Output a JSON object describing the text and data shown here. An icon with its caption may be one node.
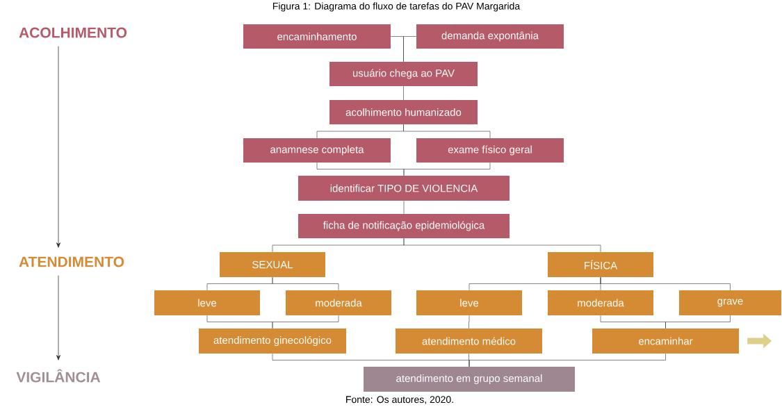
{
  "diagram": {
    "title": "Figura 1: Diagrama do fluxo de tarefas do PAV Margarida",
    "caption": "Fonte:  Os autores, 2020.",
    "nodes": [
      {
        "text": [
          "encaminhamento"
        ]
      },
      {
        "text": [
          "demanda expontânia"
        ]
      },
      {
        "text": [
          "usuário chega ao PAV"
        ]
      },
      {
        "text": [
          "acolhimento humanizado"
        ]
      },
      {
        "text": [
          "anamnese completa"
        ]
      },
      {
        "text": [
          "exame físico geral"
        ]
      },
      {
        "text": [
          "identificar TIPO DE VIOLENCIA"
        ]
      },
      {
        "text": [
          "ficha de notificação epidemiológica"
        ]
      },
      {
        "text": [
          "SEXUAL"
        ]
      },
      {
        "text": [
          "FÍSICA"
        ]
      },
      {
        "text": [
          "leve"
        ]
      },
      {
        "text": [
          "moderada"
        ]
      },
      {
        "text": [
          "leve"
        ]
      },
      {
        "text": [
          "moderada"
        ]
      },
      {
        "text": [
          "grave"
        ]
      },
      {
        "text": [
          "atendimento ginecológico"
        ]
      },
      {
        "text": [
          "atendimento médico"
        ]
      },
      {
        "text": [
          "encaminhar"
        ]
      },
      {
        "text": [
          "atendimento em grupo semanal"
        ]
      },
      {
        "text": [
          "ACOLHIMENTO"
        ]
      },
      {
        "text": [
          "ATENDIMENTO"
        ]
      },
      {
        "text": [
          "VIGILÂNCIA"
        ]
      }
    ],
    "edges": [
      {
        "from": 0,
        "to": 2,
        "arrow": "none"
      },
      {
        "from": 1,
        "to": 2,
        "arrow": "none"
      },
      {
        "from": 2,
        "to": 3,
        "arrow": "none"
      },
      {
        "from": 3,
        "to": 4,
        "arrow": "none"
      },
      {
        "from": 3,
        "to": 5,
        "arrow": "none"
      },
      {
        "from": 4,
        "to": 6,
        "arrow": "none"
      },
      {
        "from": 5,
        "to": 6,
        "arrow": "none"
      },
      {
        "from": 6,
        "to": 7,
        "arrow": "none"
      },
      {
        "from": 7,
        "to": 8,
        "arrow": "none"
      },
      {
        "from": 7,
        "to": 9,
        "arrow": "none"
      },
      {
        "from": 8,
        "to": 10,
        "arrow": "none"
      },
      {
        "from": 8,
        "to": 11,
        "arrow": "none"
      },
      {
        "from": 10,
        "to": 15,
        "arrow": "none"
      },
      {
        "from": 11,
        "to": 15,
        "arrow": "none"
      },
      {
        "from": 9,
        "to": 12,
        "arrow": "none"
      },
      {
        "from": 9,
        "to": 13,
        "arrow": "none"
      },
      {
        "from": 9,
        "to": 14,
        "arrow": "none"
      },
      {
        "from": 12,
        "to": 16,
        "arrow": "none"
      },
      {
        "from": 13,
        "to": 17,
        "arrow": "none"
      },
      {
        "from": 14,
        "to": 17,
        "arrow": "none"
      },
      {
        "from": 15,
        "to": 18,
        "arrow": "none"
      },
      {
        "from": 16,
        "to": 18,
        "arrow": "none"
      },
      {
        "from": 17,
        "to": 18,
        "arrow": "none"
      },
      {
        "from": 17,
        "to": null,
        "arrow": "to",
        "style": "thick",
        "color": "#ddd08a"
      },
      {
        "from": 19,
        "to": 20,
        "arrow": "to"
      },
      {
        "from": 20,
        "to": 21,
        "arrow": "to"
      }
    ]
  }
}
